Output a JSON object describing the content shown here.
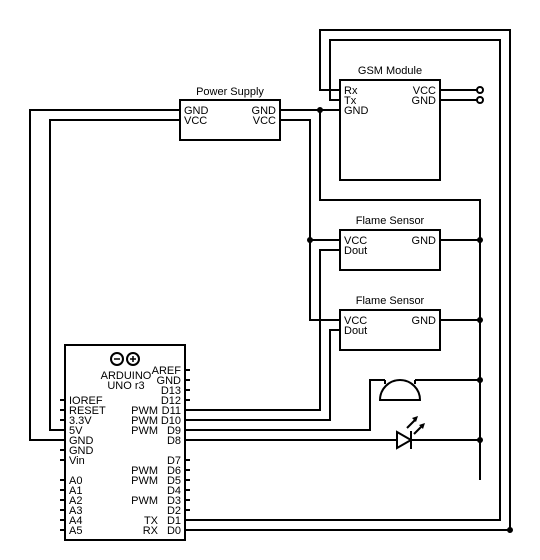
{
  "power_supply": {
    "title": "Power Supply",
    "left_pins": [
      "GND",
      "VCC"
    ],
    "right_pins": [
      "GND",
      "VCC"
    ]
  },
  "gsm_module": {
    "title": "GSM Module",
    "left_pins": [
      "Rx",
      "Tx",
      "GND"
    ],
    "right_pins": [
      "VCC",
      "GND"
    ]
  },
  "flame_sensors": [
    {
      "title": "Flame Sensor",
      "left_pins": [
        "VCC",
        "Dout"
      ],
      "right_pins": [
        "GND"
      ]
    },
    {
      "title": "Flame Sensor",
      "left_pins": [
        "VCC",
        "Dout"
      ],
      "right_pins": [
        "GND"
      ]
    }
  ],
  "arduino": {
    "name_line1": "ARDUINO",
    "name_line2": "UNO r3",
    "left_pins": [
      "IOREF",
      "RESET",
      "3.3V",
      "5V",
      "GND",
      "GND",
      "Vin",
      "",
      "A0",
      "A1",
      "A2",
      "A3",
      "A4",
      "A5"
    ],
    "right_pins_top": [
      "AREF",
      "GND",
      "D13",
      "D12",
      "D11",
      "D10",
      "D9",
      "D8"
    ],
    "right_pins_bottom": [
      "D7",
      "D6",
      "D5",
      "D4",
      "D3",
      "D2",
      "D1",
      "D0"
    ],
    "pwm_labels": [
      "PWM",
      "PWM",
      "PWM"
    ],
    "pwm_labels_bottom": [
      "PWM",
      "PWM",
      "PWM"
    ],
    "serial_labels": [
      "TX",
      "RX"
    ]
  },
  "colors": {
    "ink": "#000000",
    "background": "#ffffff"
  },
  "icons": [
    "arduino-logo-icon",
    "buzzer-icon",
    "led-icon"
  ]
}
